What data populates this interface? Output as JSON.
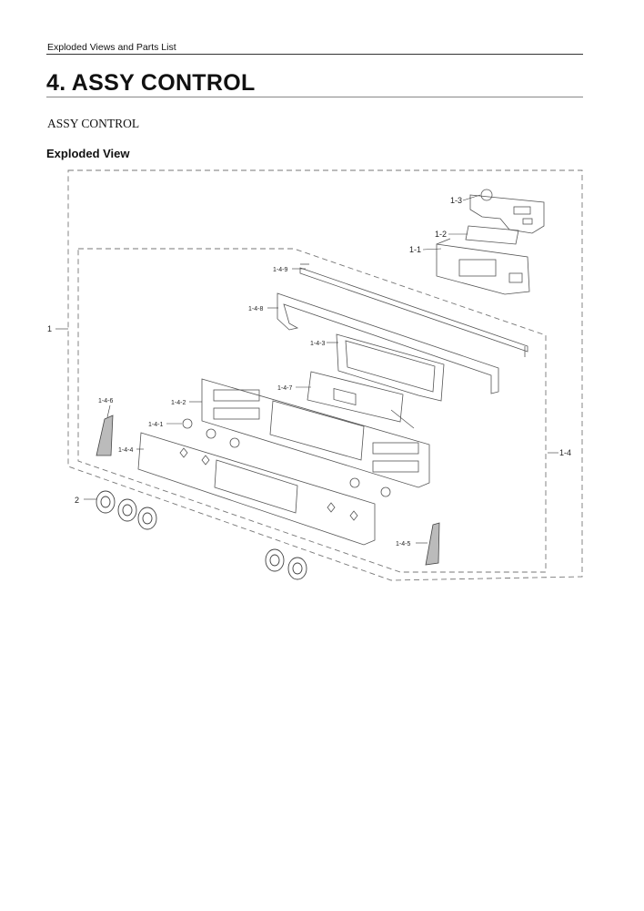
{
  "header": {
    "running_title": "Exploded Views and Parts List"
  },
  "section": {
    "title": "4.  ASSY CONTROL",
    "subtitle": "ASSY CONTROL",
    "view_heading": "Exploded View"
  },
  "callouts": {
    "c1": "1",
    "c1_1": "1-1",
    "c1_2": "1-2",
    "c1_3": "1-3",
    "c1_4": "1-4",
    "c1_4_1": "1-4-1",
    "c1_4_2": "1-4-2",
    "c1_4_3": "1-4-3",
    "c1_4_4": "1-4-4",
    "c1_4_5": "1-4-5",
    "c1_4_6": "1-4-6",
    "c1_4_7": "1-4-7",
    "c1_4_8": "1-4-8",
    "c1_4_9": "1-4-9",
    "c2": "2"
  }
}
